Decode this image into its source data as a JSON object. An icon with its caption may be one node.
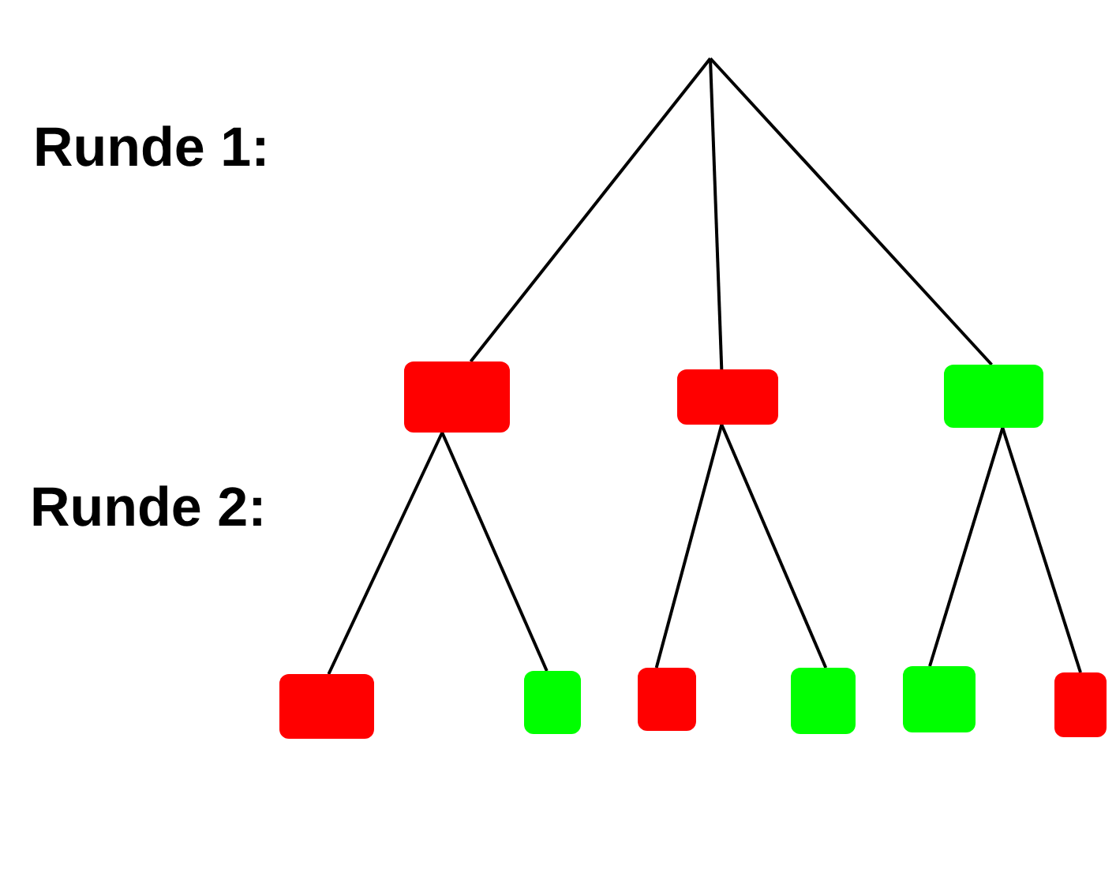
{
  "diagram": {
    "nodes": [
      {
        "text": [],
        "shape": "box"
      },
      {
        "text": [],
        "shape": "box"
      },
      {
        "text": [],
        "shape": "box"
      },
      {
        "text": [],
        "shape": "box"
      },
      {
        "text": [],
        "shape": "box"
      },
      {
        "text": [],
        "shape": "box"
      },
      {
        "text": [],
        "shape": "box"
      },
      {
        "text": [],
        "shape": "box"
      },
      {
        "text": [],
        "shape": "box"
      }
    ],
    "edges": [
      {
        "from": null,
        "to": 0,
        "arrow": "none"
      },
      {
        "from": null,
        "to": 1,
        "arrow": "none"
      },
      {
        "from": null,
        "to": 2,
        "arrow": "none"
      },
      {
        "from": 0,
        "to": 3,
        "arrow": "none"
      },
      {
        "from": 0,
        "to": 4,
        "arrow": "none"
      },
      {
        "from": 1,
        "to": 5,
        "arrow": "none"
      },
      {
        "from": 1,
        "to": 6,
        "arrow": "none"
      },
      {
        "from": 2,
        "to": 7,
        "arrow": "none"
      },
      {
        "from": 2,
        "to": 8,
        "arrow": "none"
      }
    ],
    "labels": [
      "Runde 1:",
      "Runde 2:"
    ]
  }
}
